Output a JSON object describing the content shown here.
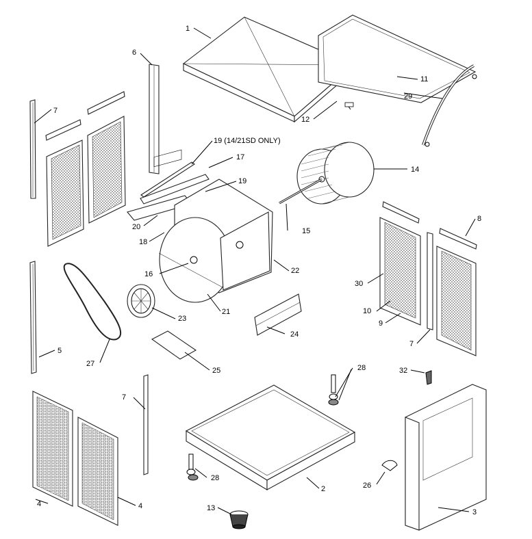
{
  "labels": {
    "p1": "1",
    "p2": "2",
    "p3": "3",
    "p4a": "4",
    "p4b": "4",
    "p5": "5",
    "p6": "6",
    "p7a": "7",
    "p7b": "7",
    "p7c": "7",
    "p8": "8",
    "p9": "9",
    "p10": "10",
    "p11": "11",
    "p12": "12",
    "p13": "13",
    "p14": "14",
    "p15": "15",
    "p16": "16",
    "p17": "17",
    "p18": "18",
    "p19a": "19 (14/21SD ONLY)",
    "p19b": "19",
    "p20": "20",
    "p21": "21",
    "p22": "22",
    "p23": "23",
    "p24": "24",
    "p25": "25",
    "p26": "26",
    "p27": "27",
    "p28a": "28",
    "p28b": "28",
    "p29": "29",
    "p30": "30",
    "p32": "32"
  }
}
